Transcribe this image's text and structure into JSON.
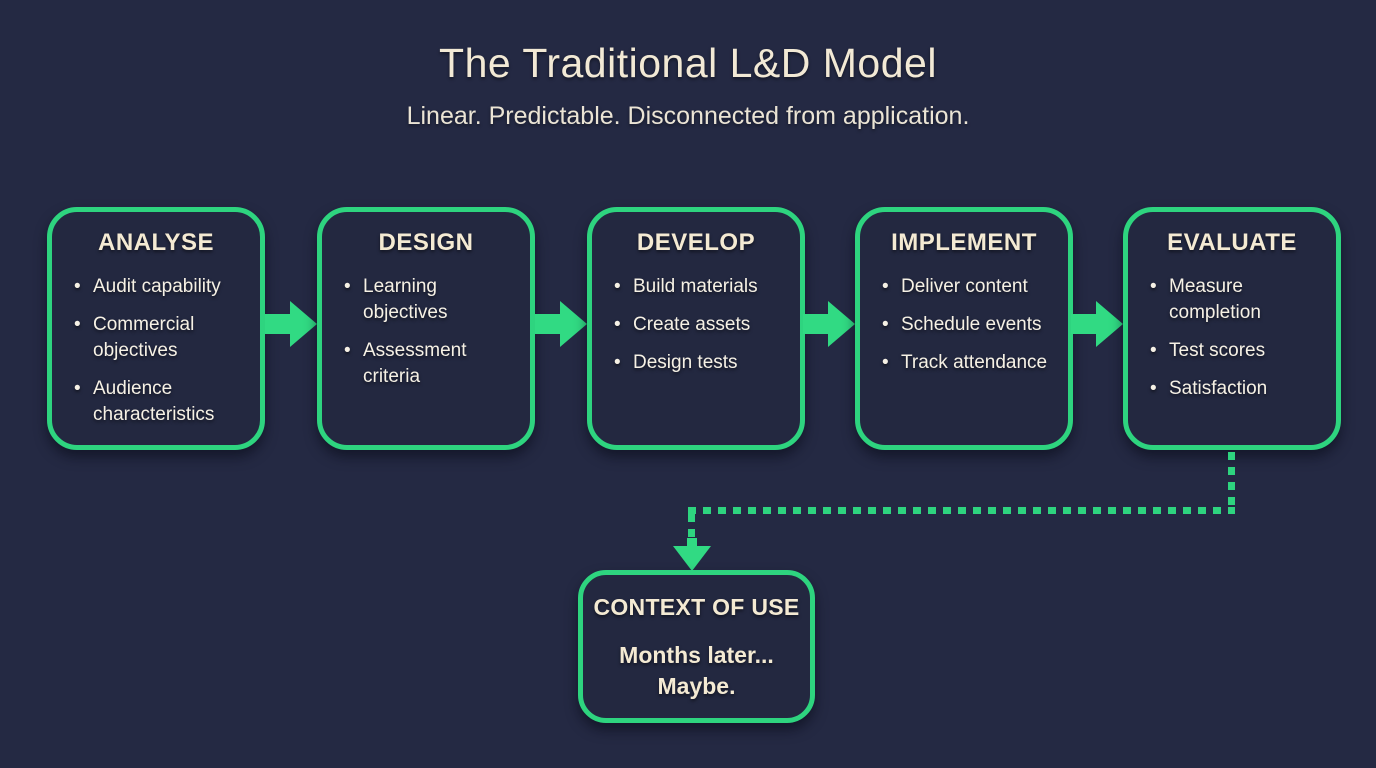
{
  "header": {
    "title": "The Traditional L&D Model",
    "subtitle": "Linear. Predictable. Disconnected from application."
  },
  "stages": [
    {
      "title": "ANALYSE",
      "items": [
        "Audit capability",
        "Commercial objectives",
        "Audience characteristics"
      ]
    },
    {
      "title": "DESIGN",
      "items": [
        "Learning objectives",
        "Assessment criteria"
      ]
    },
    {
      "title": "DEVELOP",
      "items": [
        "Build materials",
        "Create assets",
        "Design tests"
      ]
    },
    {
      "title": "IMPLEMENT",
      "items": [
        "Deliver content",
        "Schedule events",
        "Track attendance"
      ]
    },
    {
      "title": "EVALUATE",
      "items": [
        "Measure completion",
        "Test scores",
        "Satisfaction"
      ]
    }
  ],
  "context_box": {
    "title": "CONTEXT OF USE",
    "line1": "Months later...",
    "line2": "Maybe."
  },
  "colors": {
    "background": "#242943",
    "box_fill": "#232840",
    "accent_green": "#2ed47f",
    "arrow_green": "#31da83",
    "text_cream": "#f2e9d5"
  }
}
